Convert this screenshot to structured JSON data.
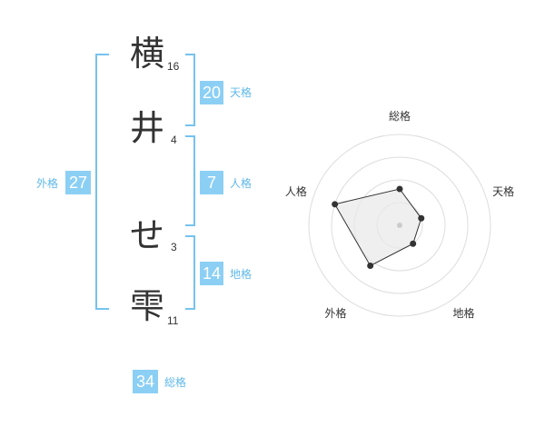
{
  "name_chars": [
    {
      "char": "横",
      "strokes": "16"
    },
    {
      "char": "井",
      "strokes": "4"
    },
    {
      "char": "せ",
      "strokes": "3"
    },
    {
      "char": "雫",
      "strokes": "11"
    }
  ],
  "scores": {
    "tenkaku": {
      "value": "20",
      "label": "天格"
    },
    "jinkaku": {
      "value": "7",
      "label": "人格"
    },
    "chikaku": {
      "value": "14",
      "label": "地格"
    },
    "gaikaku": {
      "value": "27",
      "label": "外格"
    },
    "soukaku": {
      "value": "34",
      "label": "総格"
    }
  },
  "colors": {
    "accent": "#8ccff5",
    "bracket": "#75c3ee",
    "label": "#5fb8ec"
  },
  "chart_data": {
    "type": "radar",
    "axes": [
      "総格",
      "天格",
      "地格",
      "外格",
      "人格"
    ],
    "values": [
      0.4,
      0.25,
      0.25,
      0.55,
      0.75
    ],
    "max": 1,
    "rings": 4
  }
}
